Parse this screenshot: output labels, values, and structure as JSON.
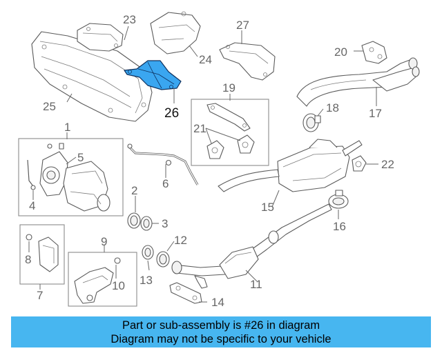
{
  "diagram": {
    "highlighted_part": "26",
    "highlight_color": "#3aa6f0",
    "callouts": [
      "1",
      "2",
      "3",
      "4",
      "5",
      "6",
      "7",
      "8",
      "9",
      "10",
      "11",
      "12",
      "13",
      "14",
      "15",
      "16",
      "17",
      "18",
      "19",
      "20",
      "21",
      "22",
      "23",
      "24",
      "25",
      "26",
      "27"
    ]
  },
  "banner": {
    "line1": "Part or sub-assembly is #26 in diagram",
    "line2": "Diagram may not be specific to your vehicle",
    "background": "#47b6f0"
  }
}
